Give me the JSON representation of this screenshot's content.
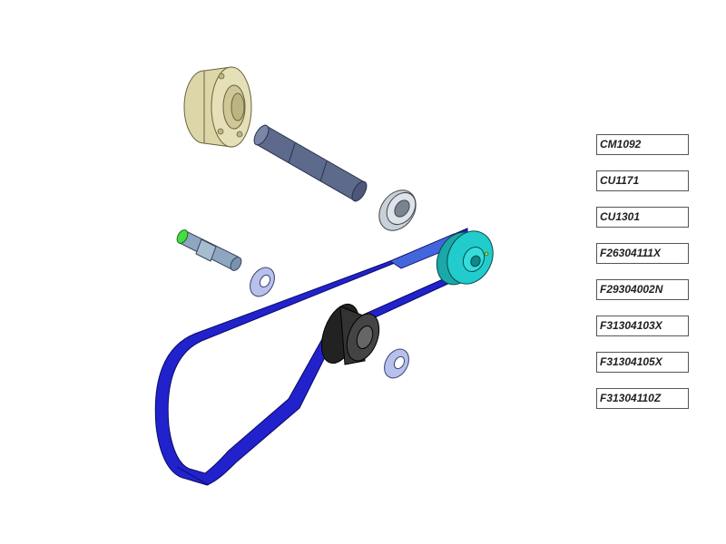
{
  "part_labels": [
    "CM1092",
    "CU1171",
    "CU1301",
    "F26304111X",
    "F29304002N",
    "F31304103X",
    "F31304105X",
    "F31304110Z"
  ],
  "colors": {
    "flange": "#ddd6a8",
    "shaft": "#5d6a8c",
    "bearing": "#c8d0d8",
    "pin": "#8ea6c0",
    "pin_tip": "#44dd44",
    "washer": "#b8c0ec",
    "belt": "#2222cc",
    "pulley": "#22cccc",
    "idler": "#333333"
  }
}
